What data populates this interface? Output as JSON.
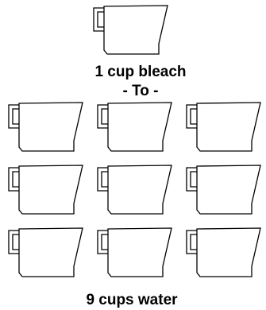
{
  "diagram": {
    "top_label": "1 cup bleach",
    "middle_label": "- To -",
    "bottom_label": "9 cups water",
    "bleach_cups": 1,
    "water_cups": 9,
    "cup_icon": "measuring-cup-icon",
    "colors": {
      "stroke": "#000000",
      "background": "#ffffff"
    }
  }
}
